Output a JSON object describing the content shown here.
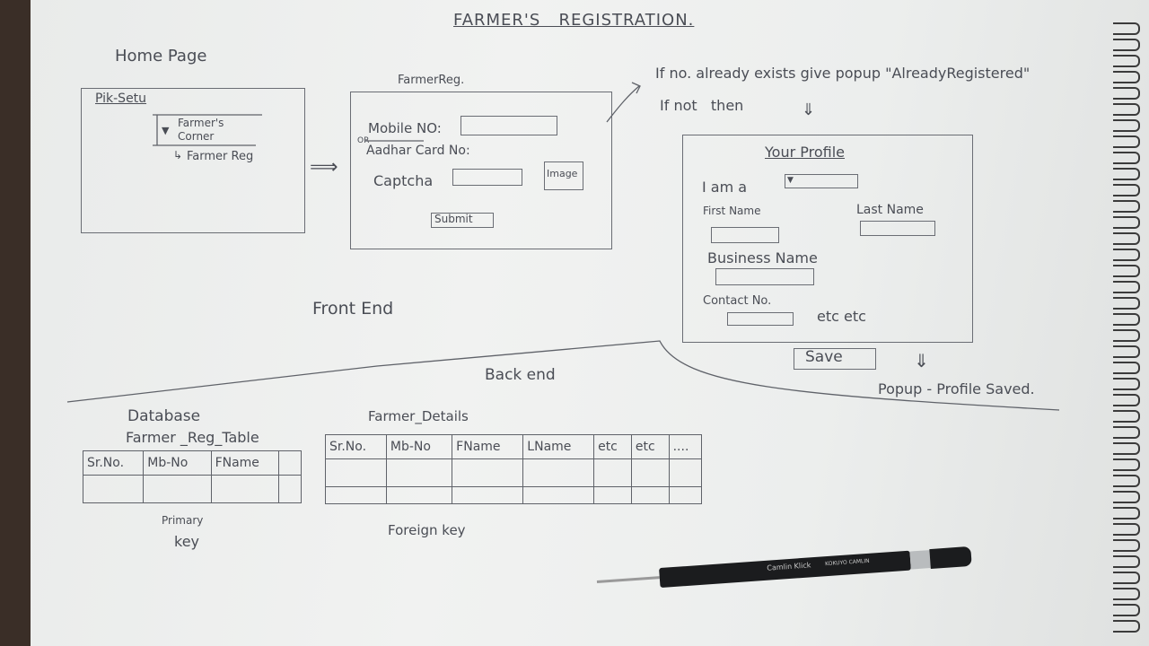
{
  "title": "FARMER'S   REGISTRATION.",
  "home": {
    "heading": "Home Page",
    "app_name": "Pik-Setu",
    "menu": "Farmer's Corner",
    "submenu": "Farmer Reg"
  },
  "reg_form": {
    "heading": "FarmerReg.",
    "mobile_label": "Mobile NO:",
    "or_label": "OR",
    "aadhar_label": "Aadhar Card No:",
    "captcha_label": "Captcha",
    "image_label": "Image",
    "submit_label": "Submit"
  },
  "notes": {
    "exists": "If no. already exists give popup \"AlreadyRegistered\"",
    "not_then": "If not   then",
    "front_end": "Front End",
    "back_end": "Back end",
    "popup_saved": "Popup - Profile Saved."
  },
  "profile": {
    "heading": "Your Profile",
    "i_am": "I am a",
    "first_name": "First Name",
    "last_name": "Last Name",
    "business_name": "Business Name",
    "contact_no": "Contact No.",
    "etc": "etc etc",
    "save_label": "Save"
  },
  "database": {
    "heading": "Database",
    "table_name": "Farmer _Reg_Table",
    "columns": [
      "Sr.No.",
      "Mb-No",
      "FName",
      ""
    ],
    "key_note_1": "Primary",
    "key_note_2": "key"
  },
  "details": {
    "table_name": "Farmer_Details",
    "columns": [
      "Sr.No.",
      "Mb-No",
      "FName",
      "LName",
      "etc",
      "etc",
      "...."
    ],
    "key_note": "Foreign key"
  },
  "pencil": {
    "brand": "Camlin Klick",
    "sub": "KOKUYO CAMLIN"
  },
  "colors": {
    "ink": "#4a4d55",
    "paper": "#eef0ef",
    "background": "#3a2e27"
  }
}
